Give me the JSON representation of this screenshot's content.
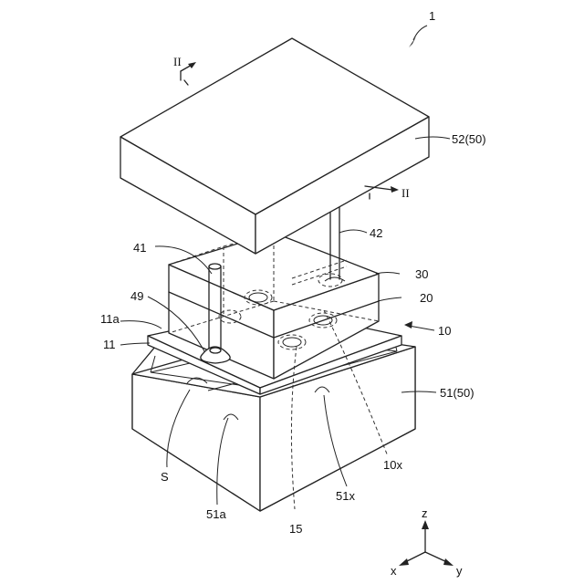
{
  "figure": {
    "ref_main": "1",
    "section_mark_top": "II",
    "section_mark_bottom": "II",
    "labels": {
      "top_mold": "52(50)",
      "pin_right": "42",
      "pin_left": "41",
      "upper_plate": "30",
      "middle_plate": "20",
      "gate": "49",
      "substrate_edge": "11a",
      "substrate": "11",
      "assembly": "10",
      "bottom_mold": "51(50)",
      "space": "S",
      "hole": "10x",
      "recess_left": "51a",
      "recess_right": "51x",
      "channel": "15"
    },
    "axes": {
      "z": "z",
      "x": "x",
      "y": "y"
    }
  }
}
